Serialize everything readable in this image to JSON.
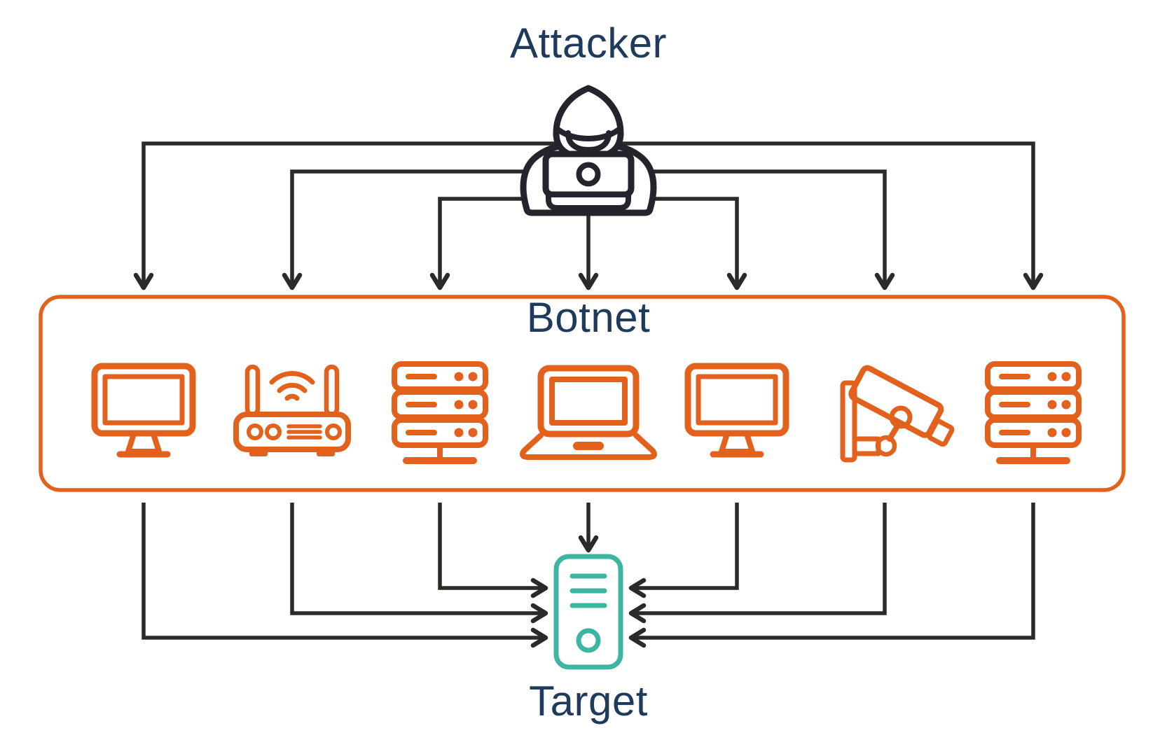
{
  "diagram": {
    "attacker": {
      "label": "Attacker",
      "icon": "hooded-hacker-laptop-icon"
    },
    "botnet": {
      "label": "Botnet",
      "devices": [
        "desktop-monitor-icon",
        "wifi-router-icon",
        "server-rack-icon",
        "laptop-icon",
        "desktop-monitor-icon",
        "cctv-camera-icon",
        "server-rack-icon"
      ]
    },
    "target": {
      "label": "Target",
      "icon": "server-tower-icon"
    },
    "edges": {
      "attacker_to_botnet_arrow_count": 7,
      "botnet_to_target_arrow_count": 7
    }
  },
  "colors": {
    "background": "#ffffff",
    "navy_text": "#1e3b5c",
    "orange_accent": "#e2611c",
    "teal_accent": "#3cb5a3",
    "arrow_dark": "#2b2a28",
    "attacker_dark": "#24242c"
  }
}
